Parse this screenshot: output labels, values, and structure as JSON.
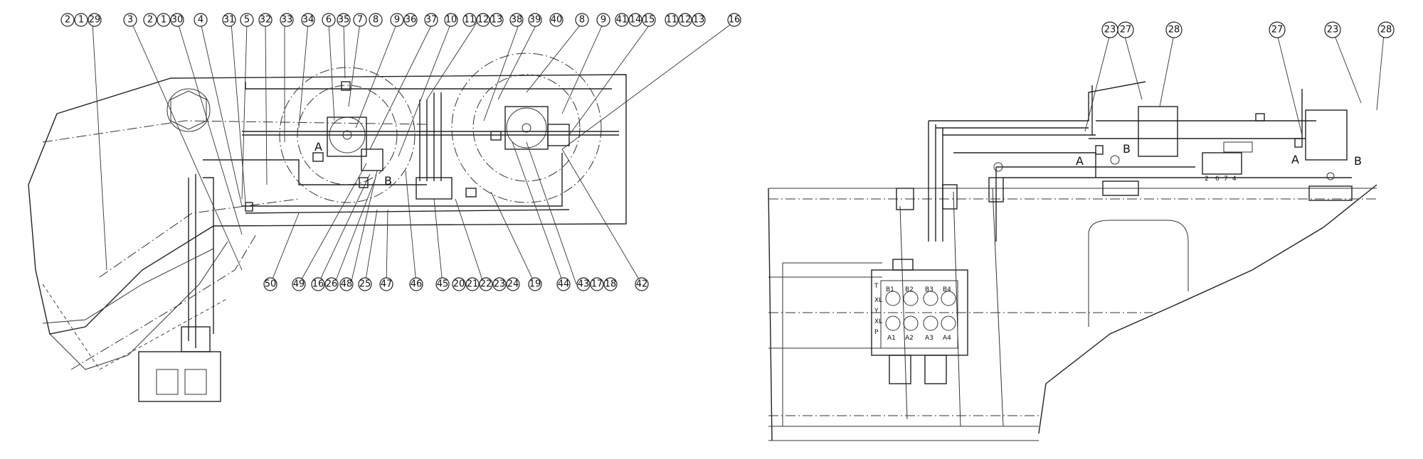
{
  "left_view": {
    "top_balloons": [
      "2",
      "1",
      "29",
      "3",
      "2",
      "1",
      "30",
      "4",
      "31",
      "5",
      "32",
      "33",
      "34",
      "6",
      "35",
      "7",
      "8",
      "9",
      "36",
      "37",
      "10",
      "11",
      "12",
      "13",
      "38",
      "39",
      "40",
      "8",
      "9",
      "41",
      "14",
      "15",
      "11",
      "12",
      "13",
      "16"
    ],
    "bottom_balloons": [
      "50",
      "49",
      "16",
      "26",
      "48",
      "25",
      "47",
      "46",
      "45",
      "20",
      "21",
      "22",
      "23",
      "24",
      "19",
      "44",
      "43",
      "17",
      "18",
      "42"
    ],
    "port_labels": [
      "A",
      "B"
    ]
  },
  "right_view": {
    "top_balloons": [
      "23",
      "27",
      "28",
      "27",
      "23",
      "28"
    ],
    "port_labels": [
      "A",
      "B",
      "A",
      "B"
    ],
    "valve_top_labels": [
      "B1",
      "B2",
      "B3",
      "B4"
    ],
    "valve_bottom_labels": [
      "A1",
      "A2",
      "A3",
      "A4"
    ],
    "valve_side_labels": [
      "T",
      "XL",
      "Y",
      "XL",
      "P"
    ],
    "manifold_numbers": [
      "2",
      "6",
      "7",
      "4"
    ]
  }
}
